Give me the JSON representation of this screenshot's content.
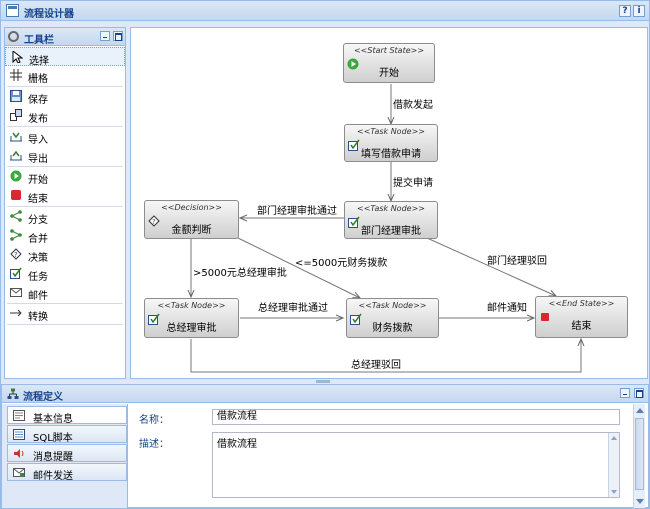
{
  "window": {
    "title": "流程设计器",
    "help_label": "?",
    "info_label": "i"
  },
  "toolbox": {
    "title": "工具栏",
    "items": [
      {
        "label": "选择",
        "icon": "cursor-icon"
      },
      {
        "label": "栅格",
        "icon": "grid-icon"
      },
      {
        "label": "保存",
        "icon": "save-icon"
      },
      {
        "label": "发布",
        "icon": "publish-icon"
      },
      {
        "label": "导入",
        "icon": "import-icon"
      },
      {
        "label": "导出",
        "icon": "export-icon"
      },
      {
        "label": "开始",
        "icon": "start-icon"
      },
      {
        "label": "结束",
        "icon": "end-icon"
      },
      {
        "label": "分支",
        "icon": "fork-icon"
      },
      {
        "label": "合并",
        "icon": "join-icon"
      },
      {
        "label": "决策",
        "icon": "decision-icon"
      },
      {
        "label": "任务",
        "icon": "task-icon"
      },
      {
        "label": "邮件",
        "icon": "mail-icon"
      },
      {
        "label": "转换",
        "icon": "transition-icon"
      }
    ]
  },
  "diagram": {
    "nodes": {
      "start": {
        "stereotype": "<<Start State>>",
        "name": "开始"
      },
      "fill": {
        "stereotype": "<<Task Node>>",
        "name": "填写借款申请"
      },
      "dept": {
        "stereotype": "<<Task Node>>",
        "name": "部门经理审批"
      },
      "decision": {
        "stereotype": "<<Decision>>",
        "name": "金额判断"
      },
      "gm": {
        "stereotype": "<<Task Node>>",
        "name": "总经理审批"
      },
      "finance": {
        "stereotype": "<<Task Node>>",
        "name": "财务拨款"
      },
      "end": {
        "stereotype": "<<End State>>",
        "name": "结束"
      }
    },
    "edges": {
      "loan_start": "借款发起",
      "submit": "提交申请",
      "dept_pass": "部门经理审批通过",
      "dept_reject": "部门经理驳回",
      "over5000": ">5000元总经理审批",
      "under5000": "<=5000元财务拨款",
      "gm_pass": "总经理审批通过",
      "mail_notify": "邮件通知",
      "gm_reject": "总经理驳回"
    }
  },
  "properties": {
    "title": "流程定义",
    "tabs": [
      {
        "label": "基本信息",
        "icon": "info-icon"
      },
      {
        "label": "SQL脚本",
        "icon": "sql-icon"
      },
      {
        "label": "消息提醒",
        "icon": "sound-icon"
      },
      {
        "label": "邮件发送",
        "icon": "mail-send-icon"
      }
    ],
    "name_label": "名称：",
    "name_value": "借款流程",
    "desc_label": "描述：",
    "desc_value": "借款流程"
  }
}
